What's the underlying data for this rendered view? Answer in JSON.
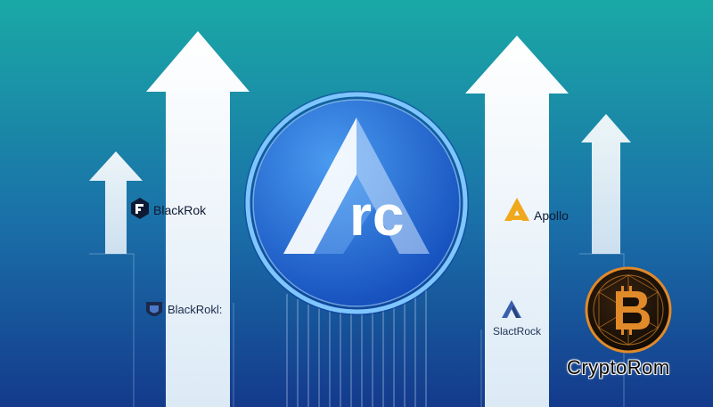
{
  "colors": {
    "bg_top": "#1aa9a6",
    "bg_bottom": "#143a8c",
    "arrow": "#eef6fb",
    "coin_light": "#4a9bf0",
    "coin_dark": "#1048b8",
    "ring": "#7fc6ff",
    "apollo_orange": "#f0a81c",
    "bitcoin_gold": "#e08a2a",
    "slactrock_blue": "#3a5fae"
  },
  "icons": {
    "arc": "arc-a-logo-icon",
    "blackrok": "blackrok-hexagon-icon",
    "blackrok_bottom": "blackrok-shield-icon",
    "apollo": "apollo-a-icon",
    "slactrock": "slactrock-a-icon",
    "bitcoin": "bitcoin-coin-icon"
  },
  "coin": {
    "text": "rc"
  },
  "brands": {
    "blackrok_top": "BlackRok",
    "blackrok_bottom": "BlackRokl:",
    "apollo": "Apollo",
    "slactrock": "SlactRock",
    "cryptorom": "CryptoRom"
  }
}
